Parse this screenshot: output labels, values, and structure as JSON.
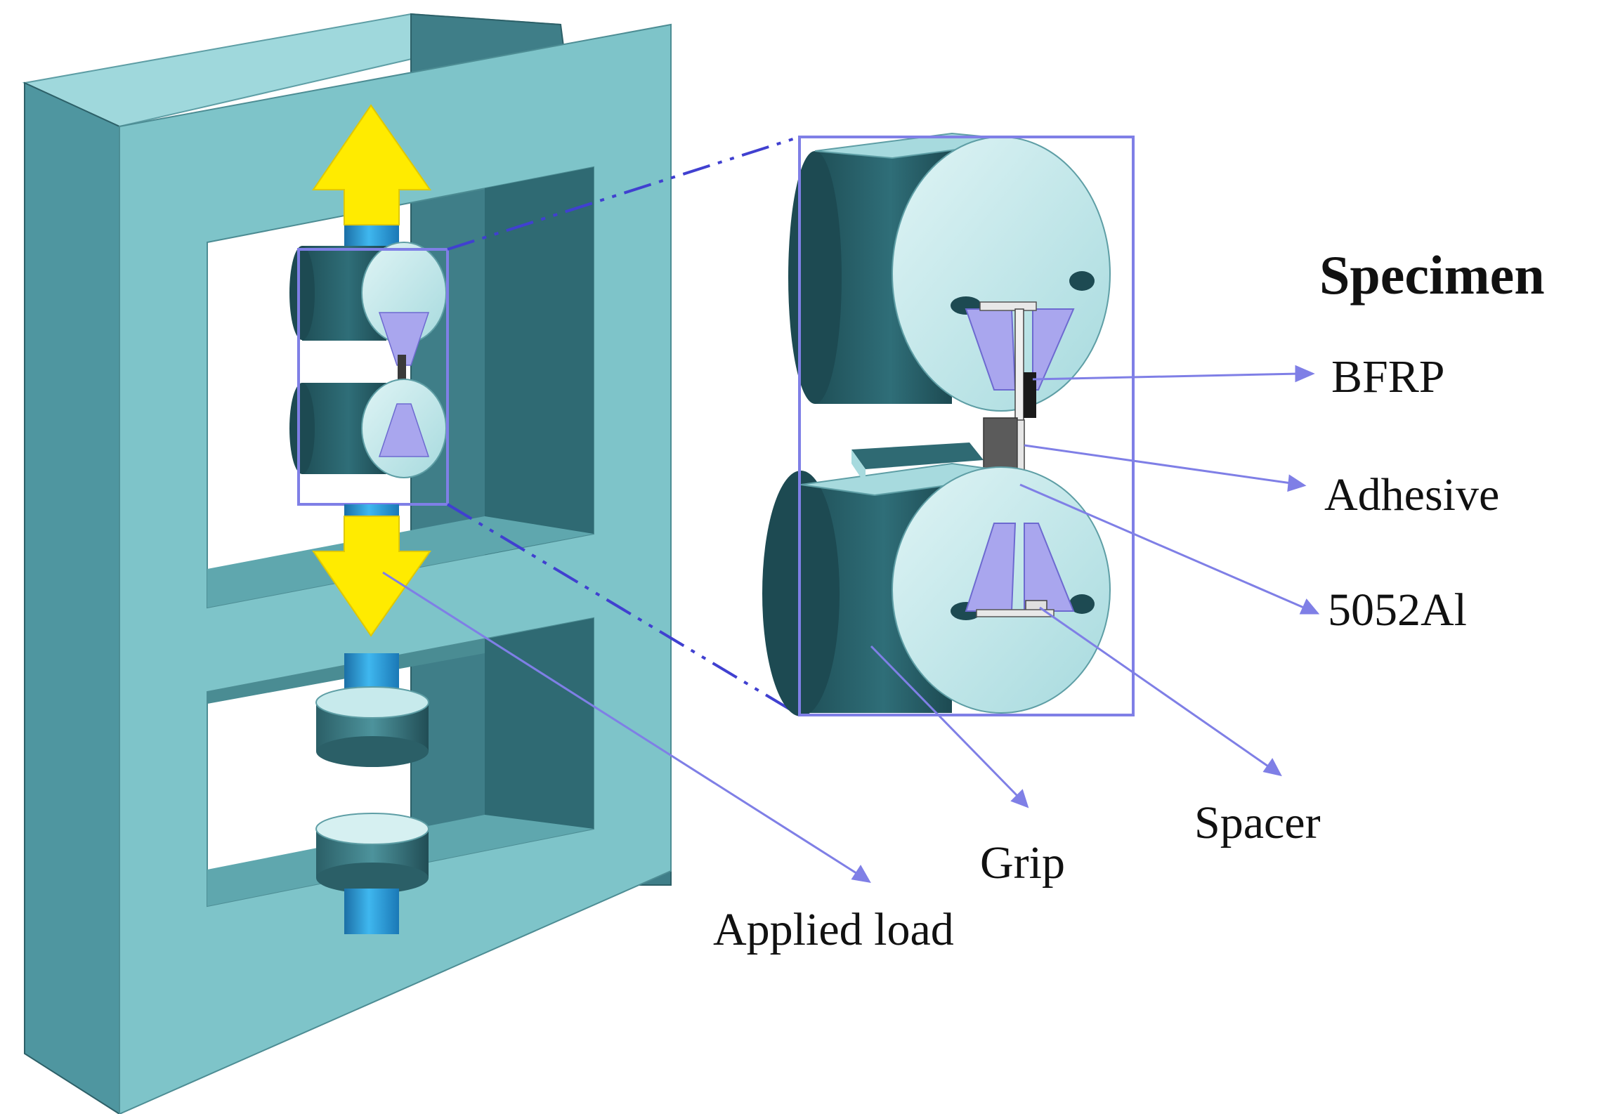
{
  "labels": {
    "title": "Specimen",
    "bfrp": "BFRP",
    "adhesive": "Adhesive",
    "al": "5052Al",
    "spacer": "Spacer",
    "grip": "Grip",
    "load": "Applied load"
  },
  "colors": {
    "frame_front": "#7ec4c9",
    "frame_side": "#3f7e88",
    "frame_inner_dark": "#2f6a73",
    "rod": "#2a9fd8",
    "arrow": "#ffeb00",
    "zoom_box": "#7f7fe6",
    "wedge": "#a9a6ee"
  }
}
